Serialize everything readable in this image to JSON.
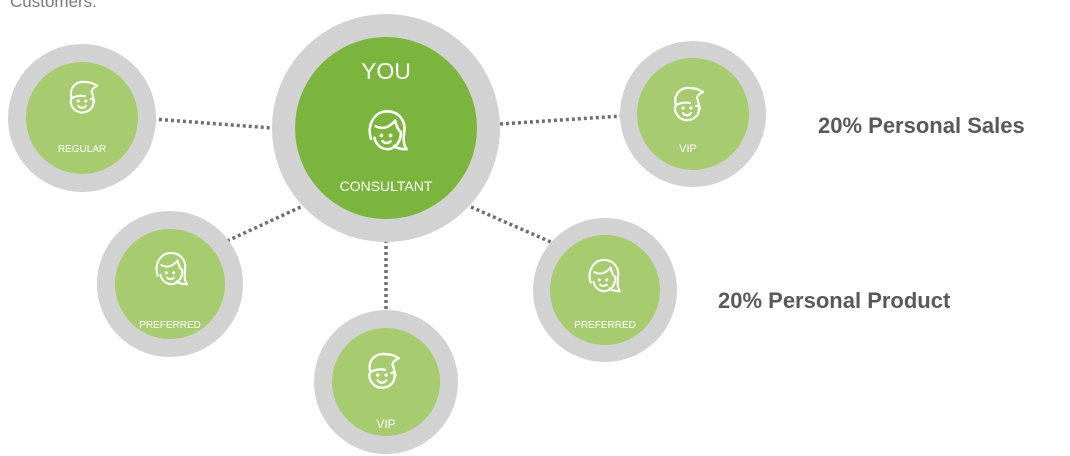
{
  "intro_text": "Customers:",
  "center_node": {
    "title": "YOU",
    "subtitle": "CONSULTANT",
    "icon": "female-face-icon"
  },
  "customer_nodes": [
    {
      "id": "regular",
      "label": "REGULAR",
      "icon": "male-face-icon"
    },
    {
      "id": "vip-top",
      "label": "VIP",
      "icon": "male-face-icon"
    },
    {
      "id": "preferred-left",
      "label": "PREFERRED",
      "icon": "female-face-icon"
    },
    {
      "id": "vip-bottom",
      "label": "VIP",
      "icon": "male-face-icon"
    },
    {
      "id": "preferred-right",
      "label": "PREFERRED",
      "icon": "female-face-icon"
    }
  ],
  "stats": {
    "personal_sales": "20% Personal Sales",
    "personal_product": "20% Personal Product"
  },
  "colors": {
    "center_green": "#7cb53d",
    "node_green": "#a7cb6f",
    "ring_gray": "#d2d2d2",
    "connector_gray": "#6f6f6f",
    "stat_text": "#595959"
  }
}
